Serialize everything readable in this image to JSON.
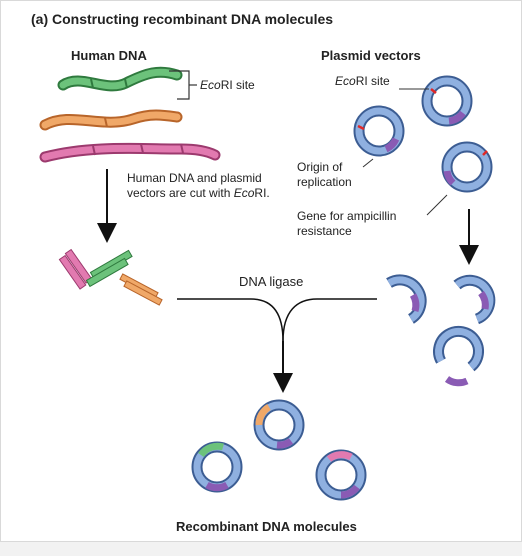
{
  "title": "(a) Constructing recombinant DNA molecules",
  "human_dna_heading": "Human DNA",
  "plasmid_heading": "Plasmid vectors",
  "ecori_site_left": {
    "italic": "Eco",
    "rest": "RI site"
  },
  "ecori_site_right": {
    "italic": "Eco",
    "rest": "RI site"
  },
  "cut_label": {
    "text": "Human DNA and plasmid vectors are cut with ",
    "italic": "Eco",
    "rest": "RI."
  },
  "origin_label": "Origin of replication",
  "amp_label": "Gene for ampicillin resistance",
  "ligase_label": "DNA ligase",
  "bottom_label": "Recombinant DNA molecules",
  "colors": {
    "green": "#5ab26a",
    "orange": "#e8944a",
    "pink": "#d9619e",
    "plasmid_blue": "#7d9fd2",
    "purple": "#8a5bb4",
    "cut_site_red": "#e02828"
  }
}
